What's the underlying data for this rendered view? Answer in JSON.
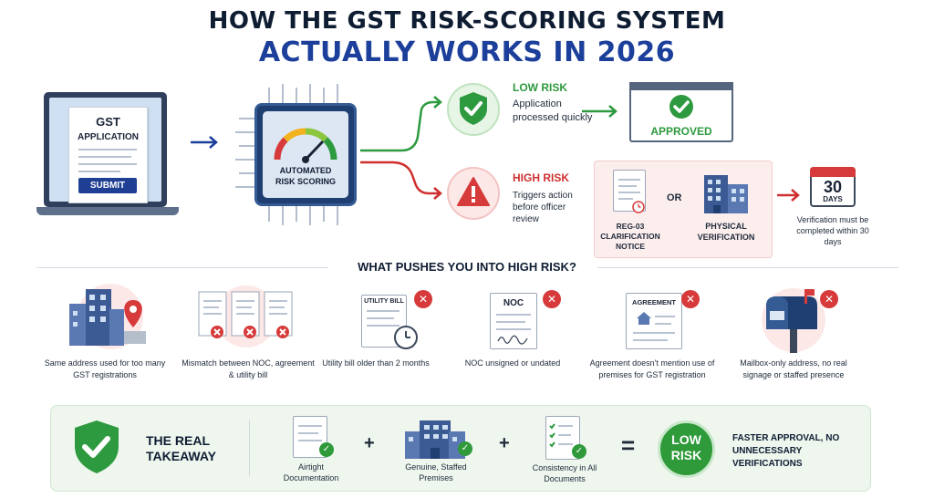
{
  "title": {
    "line1": "HOW THE GST RISK-SCORING SYSTEM",
    "line2": "ACTUALLY WORKS IN 2026"
  },
  "application": {
    "heading": "GST",
    "subheading": "APPLICATION",
    "submit_label": "SUBMIT"
  },
  "scoring": {
    "label_line1": "AUTOMATED",
    "label_line2": "RISK SCORING"
  },
  "low_risk": {
    "label": "LOW RISK",
    "description": "Application processed quickly",
    "result": "APPROVED"
  },
  "high_risk": {
    "label": "HIGH RISK",
    "description": "Triggers action before officer review",
    "notice": "REG-03 CLARIFICATION NOTICE",
    "or_label": "OR",
    "physical": "PHYSICAL VERIFICATION",
    "days_number": "30",
    "days_label": "DAYS",
    "deadline": "Verification must be completed within 30 days"
  },
  "causes": {
    "title": "WHAT PUSHES YOU INTO HIGH RISK?",
    "items": [
      {
        "text": "Same address used for too many GST registrations"
      },
      {
        "text": "Mismatch between NOC, agreement & utility bill"
      },
      {
        "text": "Utility bill older than 2 months",
        "doc_label": "UTILITY BILL"
      },
      {
        "text": "NOC unsigned or undated",
        "doc_label": "NOC"
      },
      {
        "text": "Agreement doesn't mention use of premises for GST registration",
        "doc_label": "AGREEMENT"
      },
      {
        "text": "Mailbox-only address, no real signage or staffed presence"
      }
    ]
  },
  "takeaway": {
    "title": "THE REAL TAKEAWAY",
    "item1": "Airtight Documentation",
    "item2": "Genuine, Staffed Premises",
    "item3": "Consistency in All Documents",
    "plus": "+",
    "equals": "=",
    "result": "LOW RISK",
    "outcome": "FASTER APPROVAL, NO UNNECESSARY VERIFICATIONS"
  },
  "colors": {
    "navy": "#0f1d33",
    "blue": "#1b3f9a",
    "green": "#2e9a3f",
    "red": "#d63a3a"
  }
}
